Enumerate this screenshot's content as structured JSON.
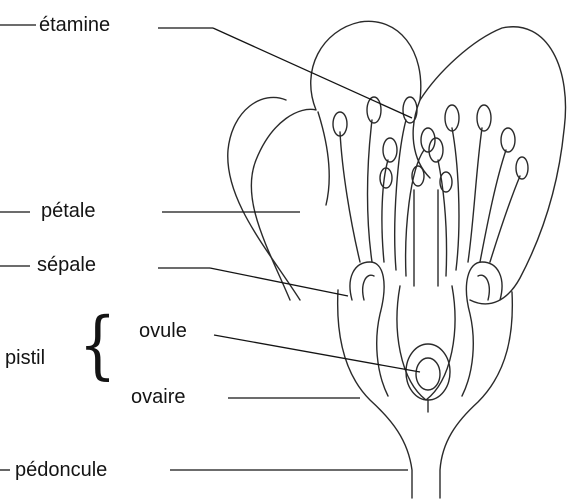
{
  "labels": {
    "etamine": "étamine",
    "petale": "pétale",
    "sepale": "sépale",
    "pistil": "pistil",
    "ovule": "ovule",
    "ovaire": "ovaire",
    "pedoncule": "pédoncule"
  },
  "colors": {
    "ink": "#141414",
    "background": "#ffffff"
  }
}
